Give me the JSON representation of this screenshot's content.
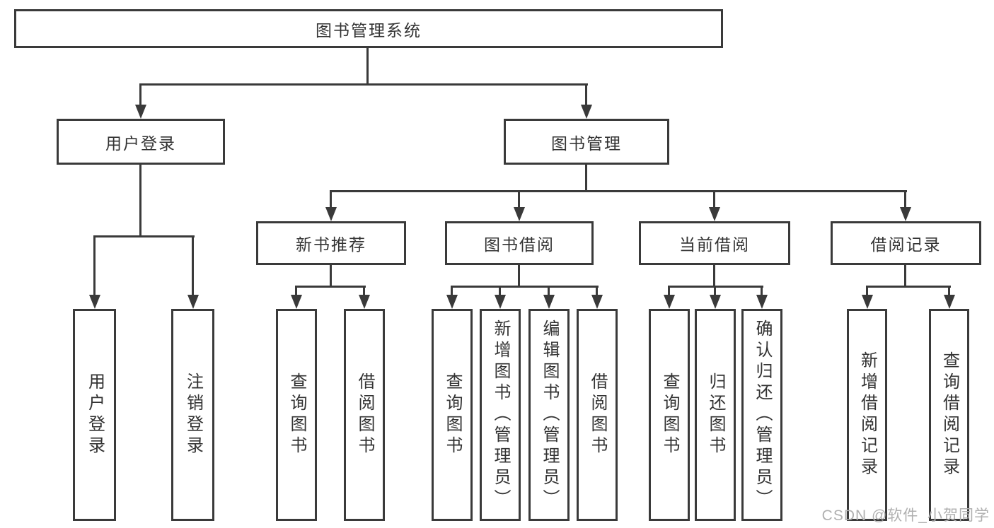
{
  "colors": {
    "line": "#3a3a3a",
    "text": "#333333",
    "watermark": "#b0b0b0",
    "background": "#ffffff"
  },
  "root": {
    "label": "图书管理系统"
  },
  "user_branch": {
    "label": "用户登录",
    "leaves": [
      "用户登录",
      "注销登录"
    ]
  },
  "mgmt_branch": {
    "label": "图书管理",
    "groups": [
      {
        "label": "新书推荐",
        "leaves": [
          "查询图书",
          "借阅图书"
        ]
      },
      {
        "label": "图书借阅",
        "leaves": [
          "查询图书",
          "新增图书（管理员）",
          "编辑图书（管理员）",
          "借阅图书"
        ]
      },
      {
        "label": "当前借阅",
        "leaves": [
          "查询图书",
          "归还图书",
          "确认归还（管理员）"
        ]
      },
      {
        "label": "借阅记录",
        "leaves": [
          "新增借阅记录",
          "查询借阅记录"
        ]
      }
    ]
  },
  "watermark": "CSDN @软件_小贺同学"
}
